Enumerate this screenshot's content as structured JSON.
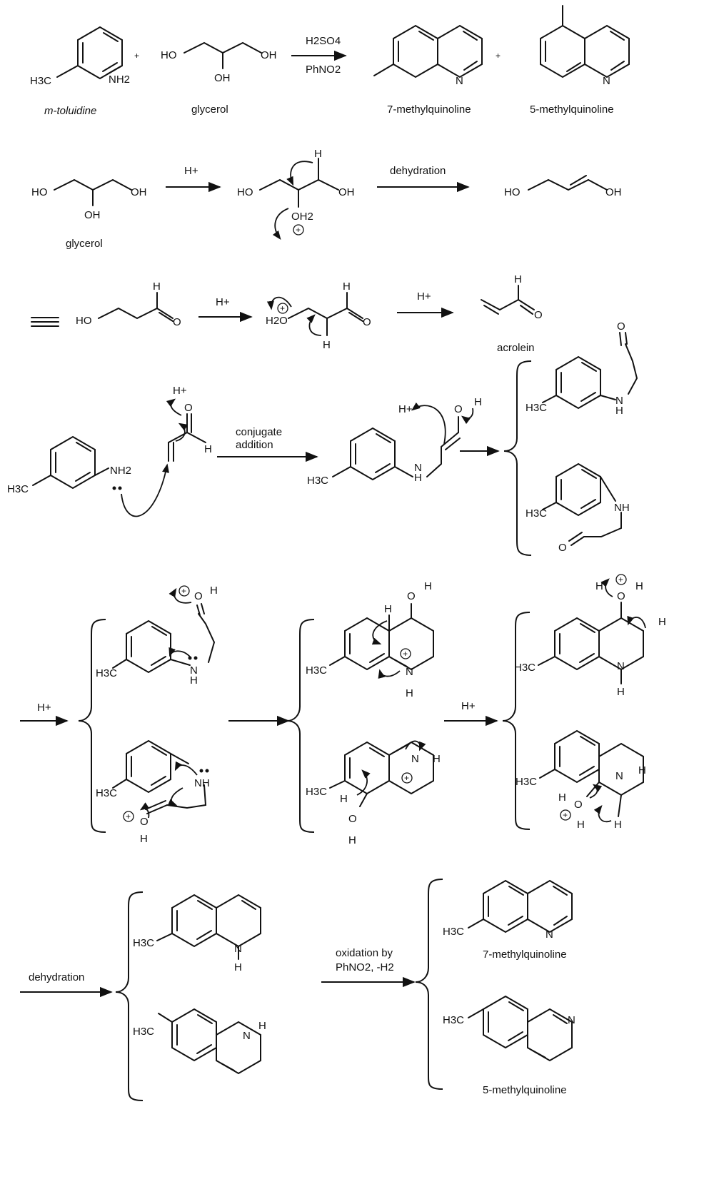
{
  "title": "",
  "reaction_text": {
    "reagent_h2so4": "H2SO4",
    "reagent_phno2": "PhNO2",
    "h_plus": "H+",
    "dehydration": "dehydration",
    "conjugate": "conjugate",
    "addition": "addition",
    "oxidation_line1": "oxidation by",
    "oxidation_line2": "PhNO2, -H2"
  },
  "compound_names": {
    "m_toluidine": "m-toluidine",
    "glycerol": "glycerol",
    "seven_methylquinoline": "7-methylquinoline",
    "five_methylquinoline": "5-methylquinoline",
    "acrolein": "acrolein"
  },
  "atom_labels": {
    "h3c": "H3C",
    "nh2": "NH2",
    "nh": "NH",
    "n": "N",
    "h": "H",
    "o": "O",
    "ho": "HO",
    "oh": "OH",
    "oh2": "OH2",
    "h2o": "H2O",
    "plus": "+"
  },
  "colors": {
    "ink": "#111111",
    "background": "#ffffff"
  }
}
